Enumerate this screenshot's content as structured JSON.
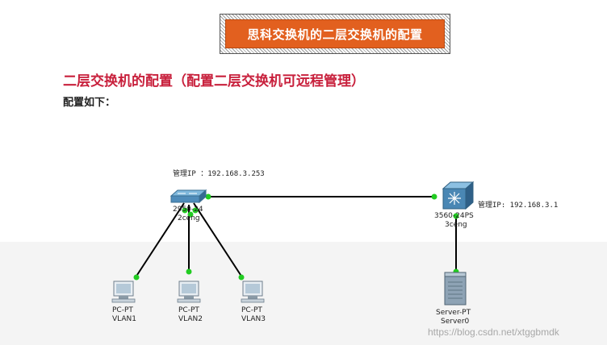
{
  "banner": {
    "title": "思科交换机的二层交换机的配置"
  },
  "section": {
    "heading": "二层交换机的配置（配置二层交换机可远程管理）",
    "subheading": "配置如下："
  },
  "topology": {
    "switch2": {
      "mgmt_ip": "管理IP ：192.168.3.253",
      "model": "2950-24",
      "name": "2ceng"
    },
    "switch3": {
      "mgmt_ip": "管理IP: 192.168.3.1",
      "model": "3560-24PS",
      "name": "3ceng"
    },
    "pcs": [
      {
        "type": "PC-PT",
        "name": "VLAN1"
      },
      {
        "type": "PC-PT",
        "name": "VLAN2"
      },
      {
        "type": "PC-PT",
        "name": "VLAN3"
      }
    ],
    "server": {
      "type": "Server-PT",
      "name": "Server0"
    },
    "link_color": "#000000",
    "port_color": "#22cc22"
  },
  "watermark": "https://blog.csdn.net/xtggbmdk"
}
